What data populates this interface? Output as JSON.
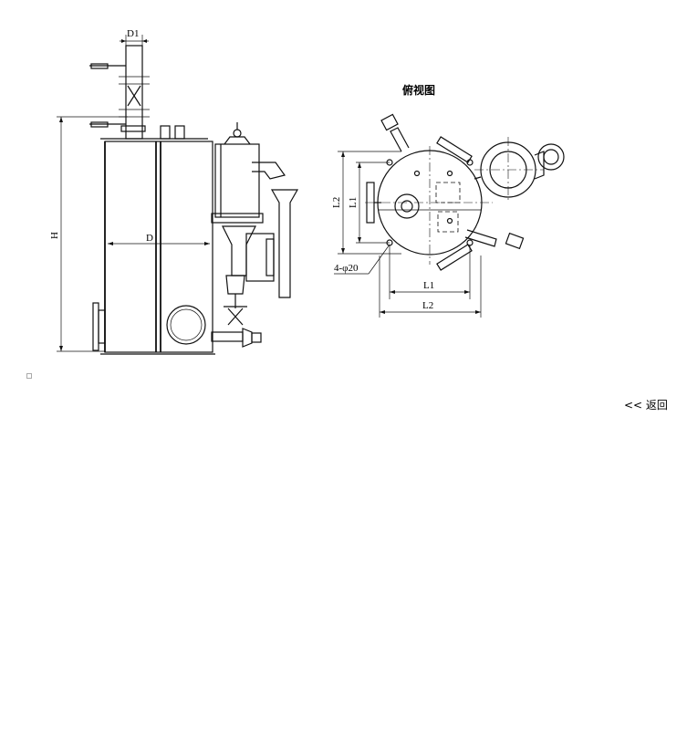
{
  "side_view": {
    "label_d1": "D1",
    "label_h": "H",
    "label_d": "D"
  },
  "top_view": {
    "title": "俯视图",
    "label_l2_vertical": "L2",
    "label_l1_vertical": "L1",
    "label_holes": "4-φ20",
    "label_l1_horizontal": "L1",
    "label_l2_horizontal": "L2"
  },
  "footer": {
    "back_link": "<< 返回"
  }
}
